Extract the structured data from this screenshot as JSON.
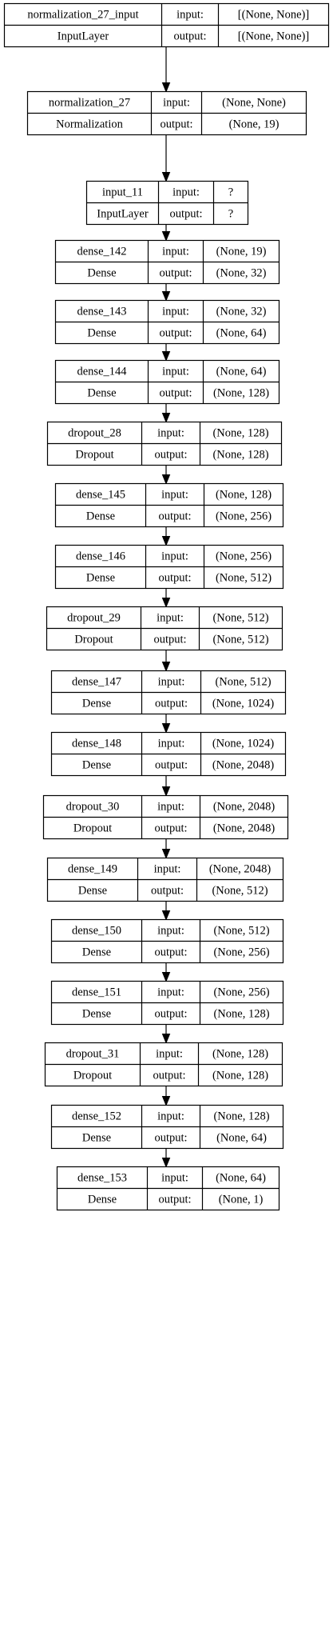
{
  "diagram": {
    "type": "keras-model-plot",
    "io_labels": {
      "input": "input:",
      "output": "output:"
    },
    "layers": [
      {
        "name": "normalization_27_input",
        "class": "InputLayer",
        "input_shape": "[(None, None)]",
        "output_shape": "[(None, None)]"
      },
      {
        "name": "normalization_27",
        "class": "Normalization",
        "input_shape": "(None, None)",
        "output_shape": "(None, 19)"
      },
      {
        "name": "input_11",
        "class": "InputLayer",
        "input_shape": "?",
        "output_shape": "?"
      },
      {
        "name": "dense_142",
        "class": "Dense",
        "input_shape": "(None, 19)",
        "output_shape": "(None, 32)"
      },
      {
        "name": "dense_143",
        "class": "Dense",
        "input_shape": "(None, 32)",
        "output_shape": "(None, 64)"
      },
      {
        "name": "dense_144",
        "class": "Dense",
        "input_shape": "(None, 64)",
        "output_shape": "(None, 128)"
      },
      {
        "name": "dropout_28",
        "class": "Dropout",
        "input_shape": "(None, 128)",
        "output_shape": "(None, 128)"
      },
      {
        "name": "dense_145",
        "class": "Dense",
        "input_shape": "(None, 128)",
        "output_shape": "(None, 256)"
      },
      {
        "name": "dense_146",
        "class": "Dense",
        "input_shape": "(None, 256)",
        "output_shape": "(None, 512)"
      },
      {
        "name": "dropout_29",
        "class": "Dropout",
        "input_shape": "(None, 512)",
        "output_shape": "(None, 512)"
      },
      {
        "name": "dense_147",
        "class": "Dense",
        "input_shape": "(None, 512)",
        "output_shape": "(None, 1024)"
      },
      {
        "name": "dense_148",
        "class": "Dense",
        "input_shape": "(None, 1024)",
        "output_shape": "(None, 2048)"
      },
      {
        "name": "dropout_30",
        "class": "Dropout",
        "input_shape": "(None, 2048)",
        "output_shape": "(None, 2048)"
      },
      {
        "name": "dense_149",
        "class": "Dense",
        "input_shape": "(None, 2048)",
        "output_shape": "(None, 512)"
      },
      {
        "name": "dense_150",
        "class": "Dense",
        "input_shape": "(None, 512)",
        "output_shape": "(None, 256)"
      },
      {
        "name": "dense_151",
        "class": "Dense",
        "input_shape": "(None, 256)",
        "output_shape": "(None, 128)"
      },
      {
        "name": "dropout_31",
        "class": "Dropout",
        "input_shape": "(None, 128)",
        "output_shape": "(None, 128)"
      },
      {
        "name": "dense_152",
        "class": "Dense",
        "input_shape": "(None, 128)",
        "output_shape": "(None, 64)"
      },
      {
        "name": "dense_153",
        "class": "Dense",
        "input_shape": "(None, 64)",
        "output_shape": "(None, 1)"
      }
    ]
  }
}
